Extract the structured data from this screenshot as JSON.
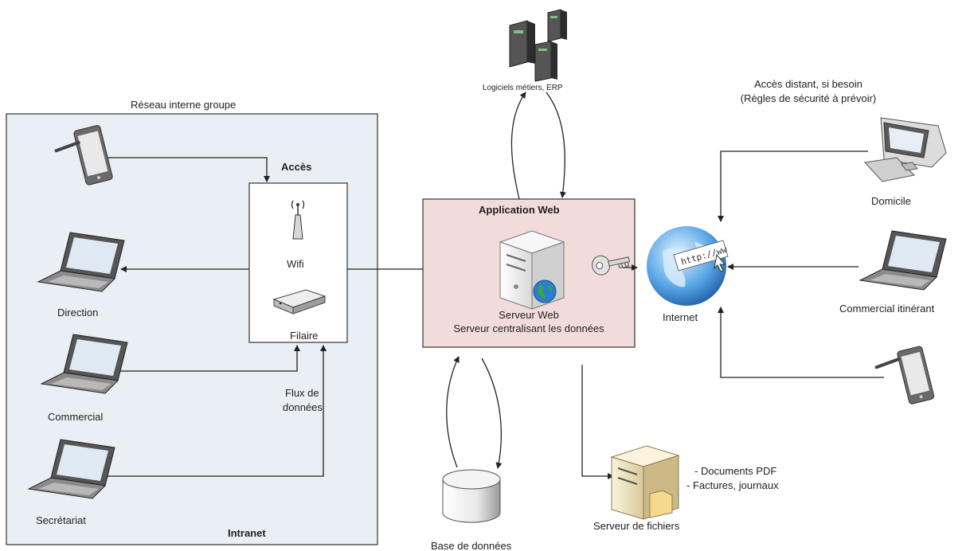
{
  "internal_network": {
    "title": "Réseau interne groupe",
    "zone_label": "Intranet",
    "access_label": "Accès",
    "wifi_label": "Wifi",
    "wired_label": "Filaire",
    "flow_label_1": "Flux de",
    "flow_label_2": "données",
    "devices": {
      "direction": "Direction",
      "commercial": "Commercial",
      "secretariat": "Secrétariat"
    }
  },
  "web_app": {
    "title": "Application Web",
    "server_line1": "Serveur Web",
    "server_line2": "Serveur centralisant les données"
  },
  "business_software": {
    "label": "Logiciels métiers, ERP"
  },
  "database": {
    "label": "Base de données"
  },
  "file_server": {
    "label": "Serveur de fichiers",
    "item1": "- Documents PDF",
    "item2": "- Factures, journaux"
  },
  "internet": {
    "label": "Internet"
  },
  "remote": {
    "title_line1": "Accès distant, si besoin",
    "title_line2": "(Règles de sécurité à prévoir)",
    "home": "Domicile",
    "mobile_sales": "Commercial itinérant"
  },
  "colors": {
    "intranet_fill": "#eaeef5",
    "webapp_fill": "#f2dcdb",
    "line": "#222222"
  },
  "icons": [
    "tablet-icon",
    "laptop-icon",
    "wifi-icon",
    "router-icon",
    "server-icon",
    "globe-icon",
    "key-icon",
    "database-icon",
    "file-server-icon",
    "desktop-icon"
  ]
}
